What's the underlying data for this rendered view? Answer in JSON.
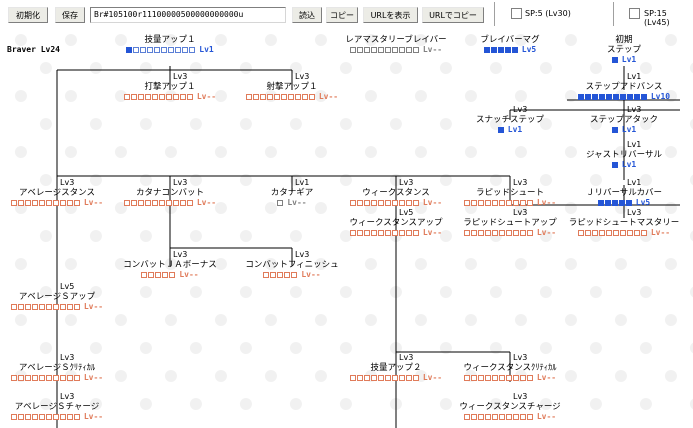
{
  "toolbar": {
    "reset_label": "初期化",
    "save_label": "保存",
    "code_value": "Br#105100r11100000500000000000u",
    "load_label": "読込",
    "copy_label": "コピー",
    "show_url_label": "URLを表示",
    "copy_url_label": "URLでコピー",
    "sp_left_label": "SP:5 (Lv30)",
    "sp_right_label": "SP:15 (Lv45)"
  },
  "tree_title": "Braver Lv24",
  "nodes": [
    {
      "id": "n1",
      "name": "技量アップ１",
      "lvreq": "",
      "filled": 1,
      "total": 10,
      "lv": "Lv1",
      "color": "blue"
    },
    {
      "id": "n2",
      "name": "レアマスタリーブレイバー",
      "lvreq": "",
      "filled": 0,
      "total": 10,
      "lv": "Lv--",
      "color": "gray"
    },
    {
      "id": "n3",
      "name": "ブレイバーマグ",
      "lvreq": "",
      "filled": 5,
      "total": 5,
      "lv": "Lv5",
      "color": "blue"
    },
    {
      "id": "n4",
      "name": "初期\nステップ",
      "lvreq": "",
      "filled": 1,
      "total": 1,
      "lv": "Lv1",
      "color": "blue"
    },
    {
      "id": "n5",
      "name": "打撃アップ１",
      "lvreq": "Lv3",
      "filled": 0,
      "total": 10,
      "lv": "Lv--",
      "color": "red"
    },
    {
      "id": "n6",
      "name": "射撃アップ１",
      "lvreq": "Lv3",
      "filled": 0,
      "total": 10,
      "lv": "Lv--",
      "color": "red"
    },
    {
      "id": "n7",
      "name": "ステップアドバンス",
      "lvreq": "Lv1",
      "filled": 10,
      "total": 10,
      "lv": "Lv10",
      "color": "blue"
    },
    {
      "id": "n8",
      "name": "スナッチステップ",
      "lvreq": "Lv3",
      "filled": 1,
      "total": 1,
      "lv": "Lv1",
      "color": "blue"
    },
    {
      "id": "n9",
      "name": "ステップアタック",
      "lvreq": "Lv3",
      "filled": 1,
      "total": 1,
      "lv": "Lv1",
      "color": "blue"
    },
    {
      "id": "n10",
      "name": "ジャストリバーサル",
      "lvreq": "Lv1",
      "filled": 1,
      "total": 1,
      "lv": "Lv1",
      "color": "blue"
    },
    {
      "id": "n11",
      "name": "アベレージスタンス",
      "lvreq": "Lv3",
      "filled": 0,
      "total": 10,
      "lv": "Lv--",
      "color": "red"
    },
    {
      "id": "n12",
      "name": "カタナコンバット",
      "lvreq": "Lv3",
      "filled": 0,
      "total": 10,
      "lv": "Lv--",
      "color": "red"
    },
    {
      "id": "n13",
      "name": "カタナギア",
      "lvreq": "Lv1",
      "filled": 0,
      "total": 1,
      "lv": "Lv--",
      "color": "gray"
    },
    {
      "id": "n14",
      "name": "ウィークスタンス",
      "lvreq": "Lv3",
      "filled": 0,
      "total": 10,
      "lv": "Lv--",
      "color": "red"
    },
    {
      "id": "n15",
      "name": "ラピッドシュート",
      "lvreq": "Lv3",
      "filled": 0,
      "total": 10,
      "lv": "Lv--",
      "color": "red"
    },
    {
      "id": "n16",
      "name": "Ｊリバーサルカバー",
      "lvreq": "Lv1",
      "filled": 5,
      "total": 5,
      "lv": "Lv5",
      "color": "blue"
    },
    {
      "id": "n17",
      "name": "ウィークスタンスアップ",
      "lvreq": "Lv5",
      "filled": 0,
      "total": 10,
      "lv": "Lv--",
      "color": "red"
    },
    {
      "id": "n18",
      "name": "ラピッドシュートアップ",
      "lvreq": "Lv3",
      "filled": 0,
      "total": 10,
      "lv": "Lv--",
      "color": "red"
    },
    {
      "id": "n19",
      "name": "ラピッドシュートマスタリー",
      "lvreq": "Lv3",
      "filled": 0,
      "total": 10,
      "lv": "Lv--",
      "color": "red"
    },
    {
      "id": "n20",
      "name": "コンバットＪＡボーナス",
      "lvreq": "Lv3",
      "filled": 0,
      "total": 5,
      "lv": "Lv--",
      "color": "red"
    },
    {
      "id": "n21",
      "name": "コンバットフィニッシュ",
      "lvreq": "Lv3",
      "filled": 0,
      "total": 5,
      "lv": "Lv--",
      "color": "red"
    },
    {
      "id": "n22",
      "name": "アベレージＳアップ",
      "lvreq": "Lv5",
      "filled": 0,
      "total": 10,
      "lv": "Lv--",
      "color": "red"
    },
    {
      "id": "n23",
      "name": "アベレージＳｸﾘﾃｨｶﾙ",
      "lvreq": "Lv3",
      "filled": 0,
      "total": 10,
      "lv": "Lv--",
      "color": "red"
    },
    {
      "id": "n24",
      "name": "技量アップ２",
      "lvreq": "Lv3",
      "filled": 0,
      "total": 10,
      "lv": "Lv--",
      "color": "red"
    },
    {
      "id": "n25",
      "name": "ウィークスタンスｸﾘﾃｨｶﾙ",
      "lvreq": "Lv3",
      "filled": 0,
      "total": 10,
      "lv": "Lv--",
      "color": "red"
    },
    {
      "id": "n26",
      "name": "アベレージＳチャージ",
      "lvreq": "Lv3",
      "filled": 0,
      "total": 10,
      "lv": "Lv--",
      "color": "red"
    },
    {
      "id": "n27",
      "name": "ウィークスタンスチャージ",
      "lvreq": "Lv3",
      "filled": 0,
      "total": 10,
      "lv": "Lv--",
      "color": "red"
    }
  ]
}
